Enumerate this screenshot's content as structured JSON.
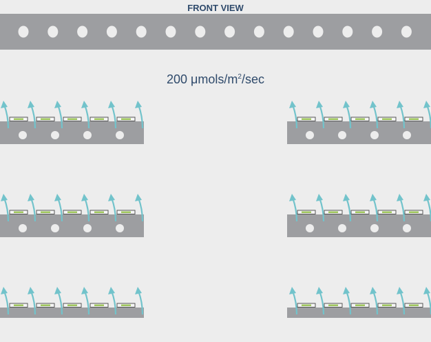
{
  "title": "FRONT VIEW",
  "light_level": {
    "prefix": "200 μmols/m",
    "sup": "2",
    "suffix": "/sec"
  },
  "front_bar": {
    "hole_count": 14
  },
  "shelves": {
    "rows": 3,
    "columns": [
      "left",
      "right"
    ],
    "lights_per_shelf": 5,
    "airflow_arrows_per_shelf": 6,
    "holes_per_shelf": 4
  },
  "colors": {
    "shelf": "#9d9ea1",
    "hole": "#ededed",
    "arrow": "#72c3cb",
    "light_frame": "#555555",
    "light_led": "#9cc45a",
    "text": "#2f4a6b"
  }
}
